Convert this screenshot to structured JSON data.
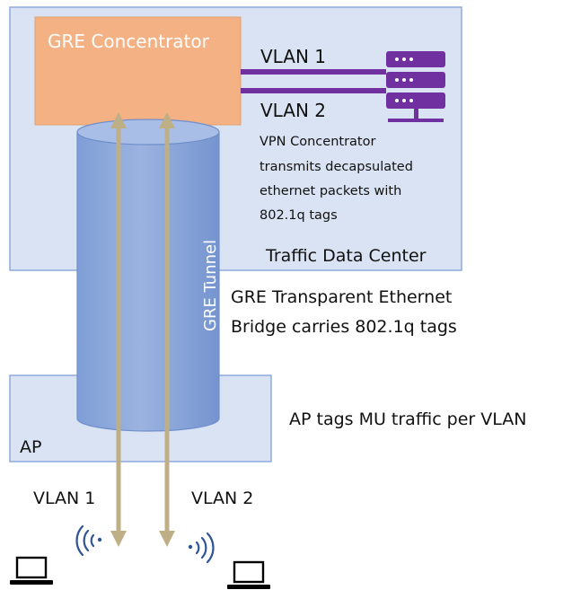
{
  "diagram": {
    "concentrator": {
      "label": "GRE Concentrator",
      "color": "#F4B183"
    },
    "datacenter": {
      "label": "Traffic Data Center",
      "color": "#DAE3F3"
    },
    "vlan_links": {
      "vlan1": "VLAN 1",
      "vlan2": "VLAN 2",
      "color": "#7030A0"
    },
    "server_icon": "server-rack-icon",
    "vpn_note": {
      "lines": [
        "VPN Concentrator",
        "transmits decapsulated",
        "ethernet packets with",
        "802.1q tags"
      ]
    },
    "tunnel": {
      "label": "GRE Tunnel",
      "color": "#8FAADC"
    },
    "bridge_note": {
      "lines": [
        "GRE Transparent Ethernet",
        "Bridge carries 802.1q tags"
      ]
    },
    "ap": {
      "label": "AP",
      "note": "AP tags MU traffic per VLAN"
    },
    "client_links": {
      "vlan1": "VLAN 1",
      "vlan2": "VLAN 2",
      "arrow_color": "#BFAF87"
    },
    "icons": {
      "laptop": "laptop-icon",
      "wifi": "wifi-icon"
    }
  }
}
